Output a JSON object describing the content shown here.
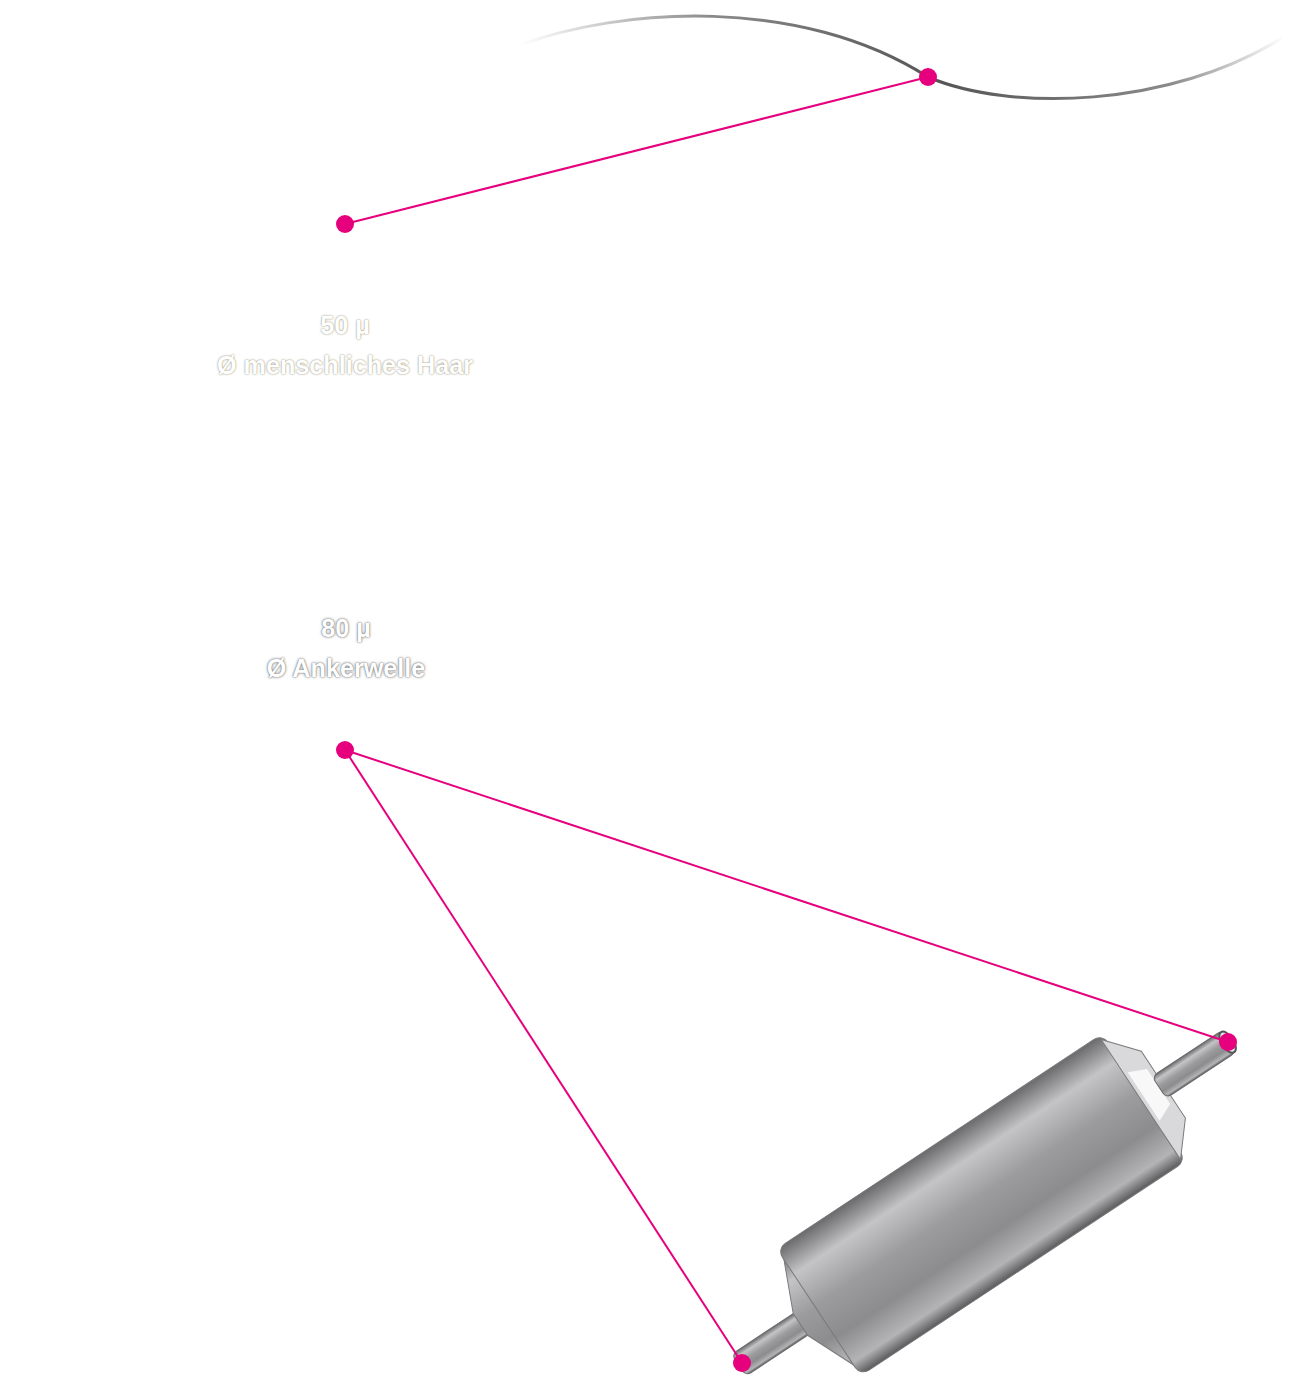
{
  "diagram": {
    "nodes": [
      {
        "text": [
          "80 µ",
          "Ø Ankerwelle"
        ]
      },
      {
        "text": [
          "50 µ",
          "Ø menschliches Haar"
        ],
        "in": 0
      }
    ]
  }
}
